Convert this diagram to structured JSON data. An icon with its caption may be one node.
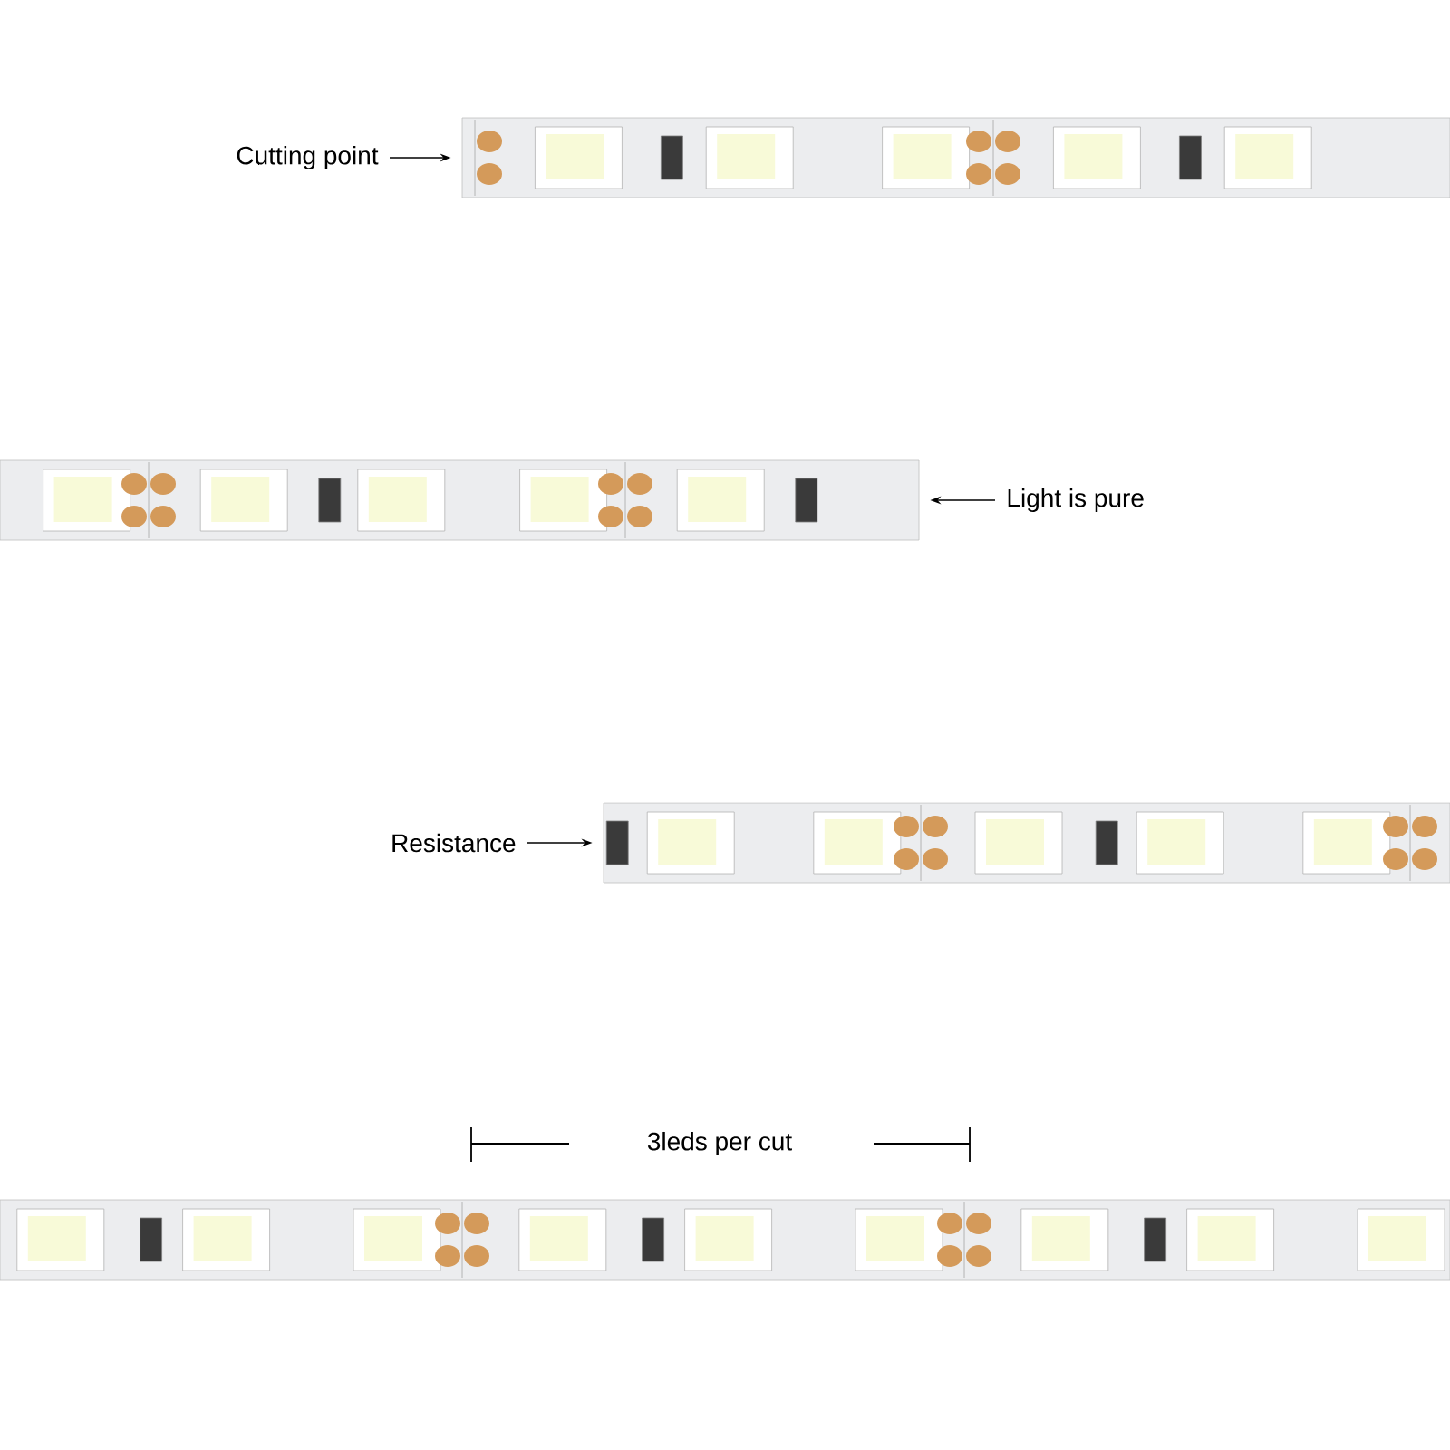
{
  "diagram": {
    "nodes": [
      {
        "text": [
          "Cutting point"
        ]
      },
      {
        "text": [],
        "shape": "picture"
      },
      {
        "text": [],
        "shape": "picture"
      },
      {
        "text": [
          "Light is pure"
        ]
      },
      {
        "text": [
          "Resistance"
        ]
      },
      {
        "text": [],
        "shape": "picture"
      },
      {
        "text": [],
        "shape": "picture"
      }
    ],
    "edges": [
      {
        "from": 0,
        "to": 1,
        "arrow": "to"
      },
      {
        "from": 3,
        "to": 2,
        "arrow": "to"
      },
      {
        "from": 4,
        "to": 5,
        "arrow": "to"
      }
    ],
    "labels": [
      "3leds per cut"
    ]
  }
}
